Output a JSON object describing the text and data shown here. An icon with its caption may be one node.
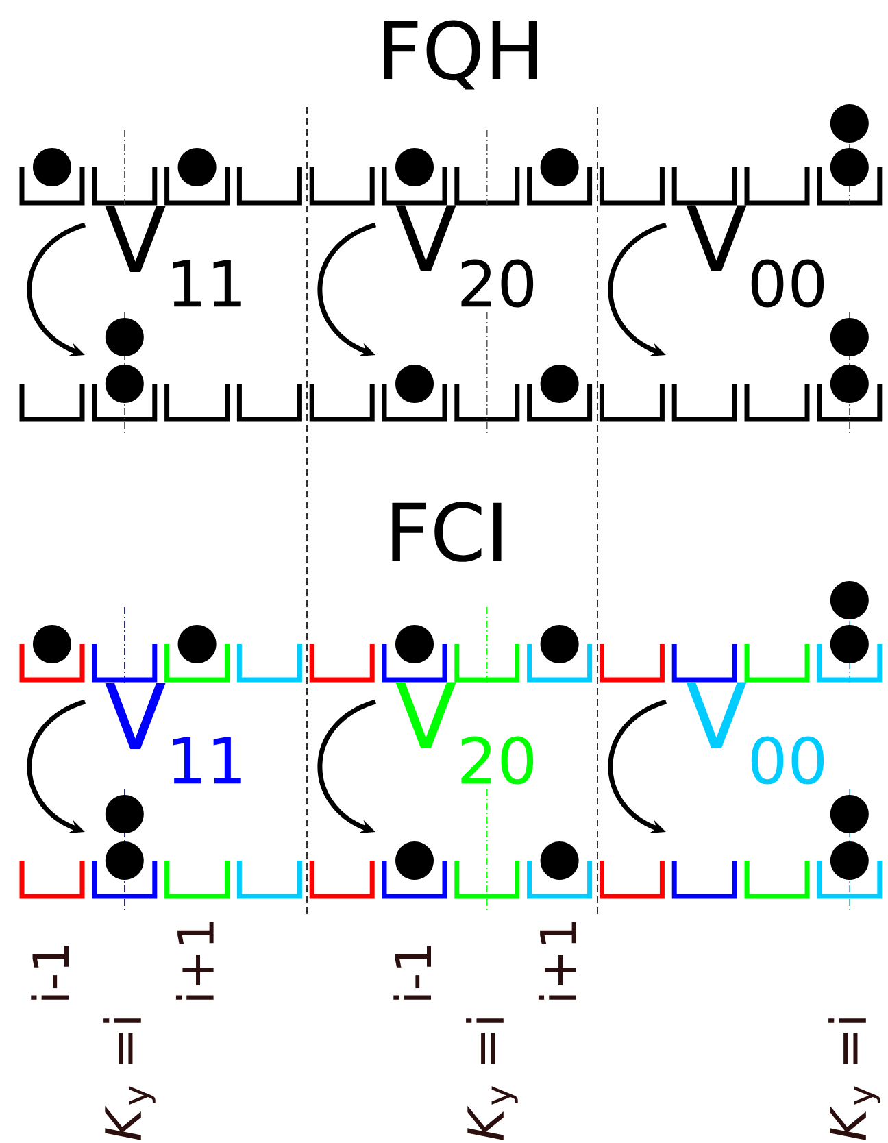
{
  "diagram": {
    "labels": [
      "FQH",
      "V$_{11}$",
      "V$_{20}$",
      "V$_{00}$",
      "FCI",
      "V$_{11}$",
      "V$_{20}$",
      "V$_{00}$",
      "i-1",
      "*K*$_{y}$ =i",
      "i+1",
      "i-1",
      "*K*$_{y}$ =i",
      "i+1",
      "*K*$_{y}$ =i"
    ]
  }
}
